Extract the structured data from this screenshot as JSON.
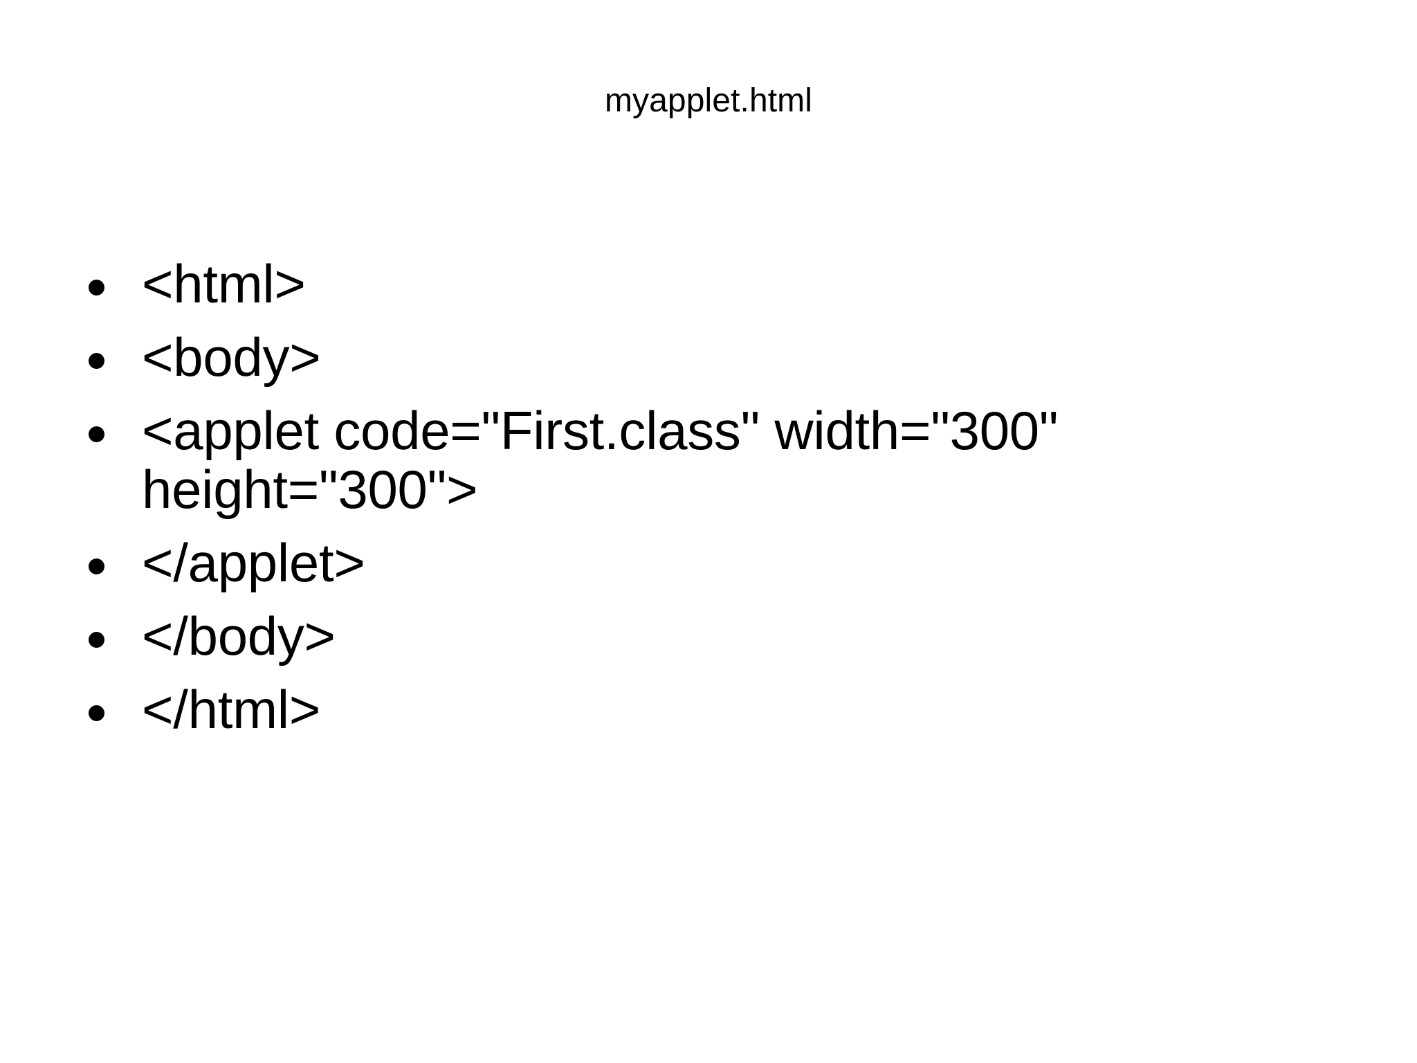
{
  "slide": {
    "title": "myapplet.html",
    "background_color": "#ffffff",
    "text_color": "#000000",
    "bullet_marker": "bullet-dot",
    "bullets": [
      {
        "text": "<html>"
      },
      {
        "text": "<body>"
      },
      {
        "text": "<applet code=\"First.class\" width=\"300\" height=\"300\">"
      },
      {
        "text": "</applet>"
      },
      {
        "text": "</body>"
      },
      {
        "text": "</html>"
      }
    ]
  }
}
